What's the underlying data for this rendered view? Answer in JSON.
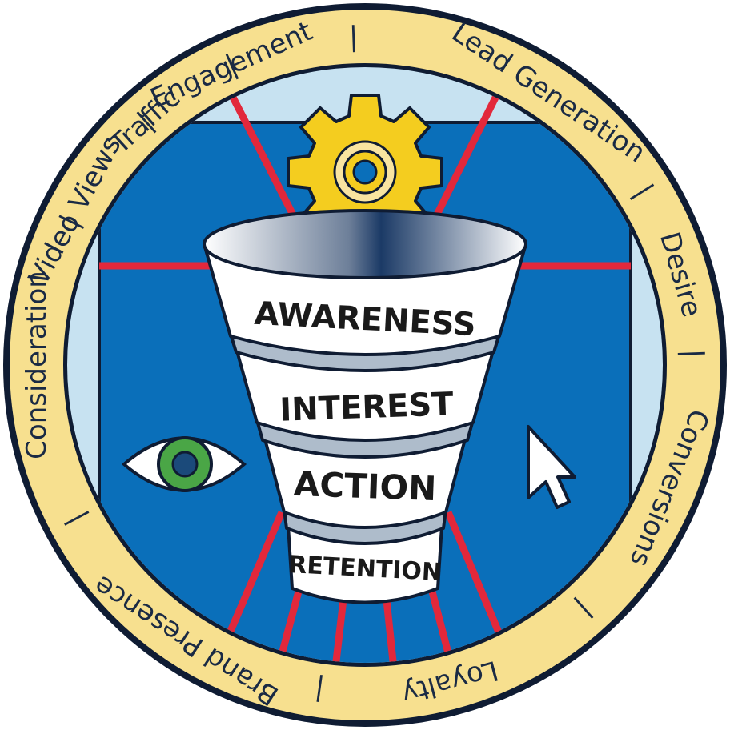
{
  "ring": {
    "labels": [
      "Video Views",
      "|",
      "Engagement",
      "|",
      "Lead Generation",
      "|",
      "Desire",
      "|",
      "Conversions",
      "|",
      "Loyalty",
      "|",
      "Brand Presence",
      "|",
      "Consideration",
      "|",
      "Traffic",
      "|"
    ]
  },
  "funnel": {
    "stages": [
      "AWARENESS",
      "INTEREST",
      "ACTION",
      "RETENTION"
    ]
  },
  "colors": {
    "ring_fill": "#f7e08f",
    "panel_blue": "#0a6fba",
    "sky": "#c7e2f1",
    "beam_red": "#e2283b",
    "gear_yellow": "#f4cd1f",
    "eye_green": "#4aa646",
    "outline": "#0f1c33"
  },
  "icons": [
    "gear-icon",
    "eye-icon",
    "cursor-icon"
  ]
}
